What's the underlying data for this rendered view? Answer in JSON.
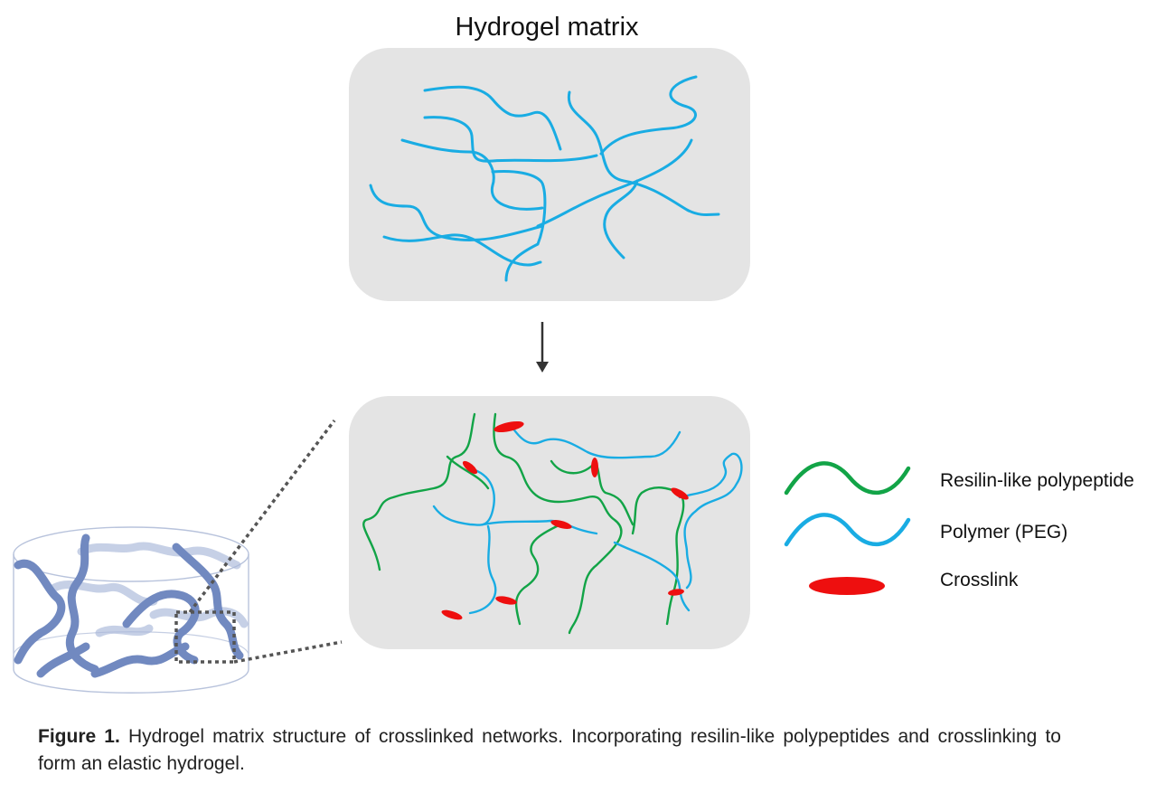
{
  "title": "Hydrogel matrix",
  "legend": {
    "items": [
      {
        "label": "Resilin-like polypeptide",
        "color": "#12a447"
      },
      {
        "label": "Polymer (PEG)",
        "color": "#19ace3"
      },
      {
        "label": "Crosslink",
        "color": "#ee0f0f"
      }
    ]
  },
  "caption": {
    "label": "Figure 1.",
    "text": "Hydrogel matrix structure of crosslinked networks. Incorporating resilin-like polypeptides and crosslinking to form an elastic hydrogel."
  },
  "colors": {
    "panel_fill": "#e4e4e4",
    "polymer_peg": "#19ace3",
    "resilin": "#12a447",
    "crosslink": "#ee0f0f",
    "tube": "#7189c0",
    "arrow": "#333333"
  }
}
